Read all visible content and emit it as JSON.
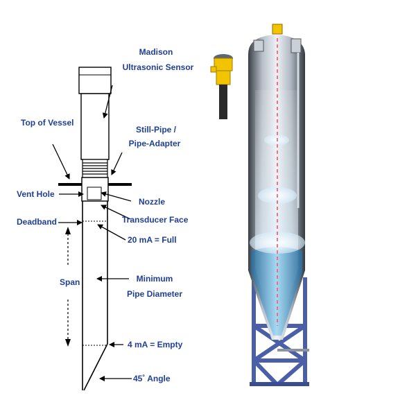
{
  "diagram": {
    "labels": {
      "sensor_line1": "Madison",
      "sensor_line2": "Ultrasonic Sensor",
      "top_of_vessel": "Top of Vessel",
      "still_pipe_line1": "Still-Pipe /",
      "still_pipe_line2": "Pipe-Adapter",
      "vent_hole": "Vent Hole",
      "nozzle": "Nozzle",
      "deadband": "Deadband",
      "transducer_face": "Transducer Face",
      "full": "20 mA = Full",
      "span": "Span",
      "min_pipe_line1": "Minimum",
      "min_pipe_line2": "Pipe Diameter",
      "empty": "4 mA = Empty",
      "angle": "45˚ Angle"
    },
    "colors": {
      "label_text": "#1f3f96",
      "line": "#000000",
      "sensor_body": "#ffffff",
      "tank_steel": "#b9c2cc",
      "tank_liquid": "#9fd6f2",
      "sensor_yellow": "#f2c400",
      "frame_blue": "#4b5fa8"
    }
  }
}
